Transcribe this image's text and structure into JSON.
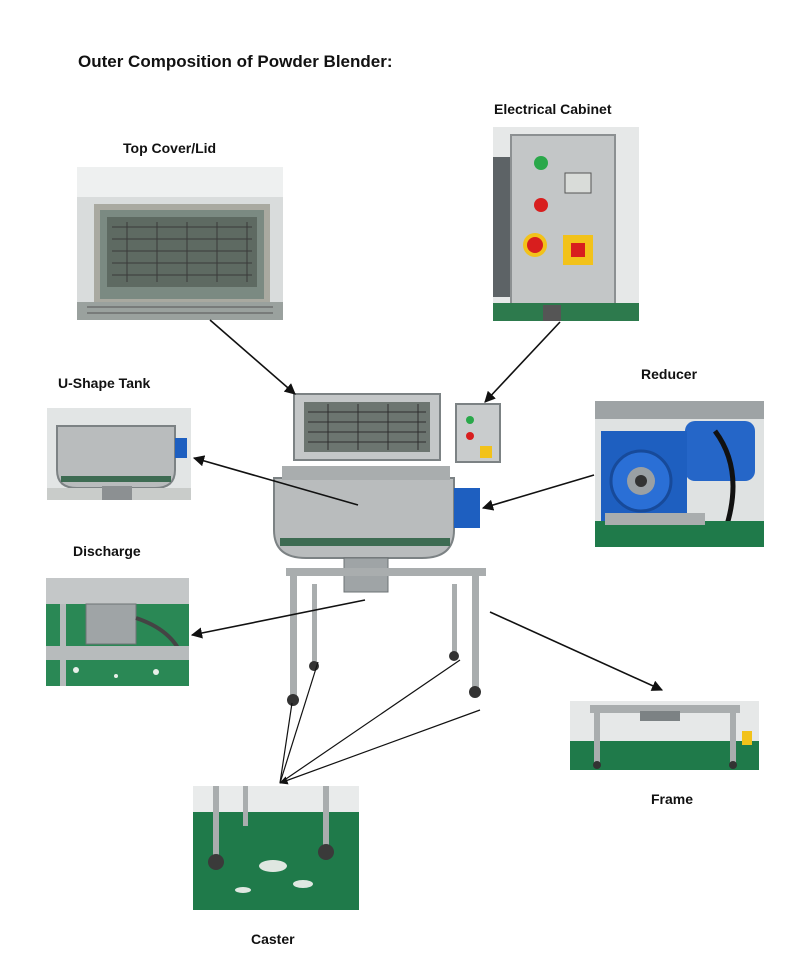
{
  "title": "Outer Composition of Powder Blender:",
  "labels": {
    "top_cover": "Top Cover/Lid",
    "electrical_cabinet": "Electrical Cabinet",
    "u_shape_tank": "U-Shape Tank",
    "reducer": "Reducer",
    "discharge": "Discharge",
    "frame": "Frame",
    "caster": "Caster"
  },
  "colors": {
    "steel": "#b9bcbd",
    "steel_dark": "#7c8284",
    "floor_green": "#1f7a4a",
    "motor_blue": "#1e5fc0",
    "warning_red": "#d81e1e",
    "emergency_yellow": "#f2c21a",
    "indicator_green": "#2aa84a",
    "arrow": "#111111"
  }
}
